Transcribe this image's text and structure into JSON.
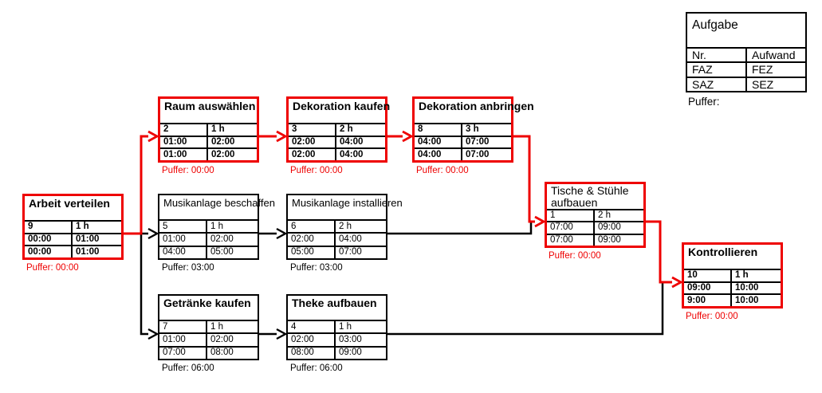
{
  "colors": {
    "critical": "#ee0000",
    "line": "#000000",
    "background": "#ffffff"
  },
  "legend": {
    "title": "Aufgabe",
    "nr": "Nr.",
    "aufwand": "Aufwand",
    "faz": "FAZ",
    "fez": "FEZ",
    "saz": "SAZ",
    "sez": "SEZ",
    "puffer": "Puffer:"
  },
  "tasks": [
    {
      "title": "Arbeit verteilen",
      "nr": "9",
      "aufwand": "1 h",
      "faz": "00:00",
      "fez": "01:00",
      "saz": "00:00",
      "sez": "01:00",
      "puffer": "Puffer: 00:00",
      "critical": true
    },
    {
      "title": "Raum auswählen",
      "nr": "2",
      "aufwand": "1 h",
      "faz": "01:00",
      "fez": "02:00",
      "saz": "01:00",
      "sez": "02:00",
      "puffer": "Puffer: 00:00",
      "critical": true
    },
    {
      "title": "Dekoration kaufen",
      "nr": "3",
      "aufwand": "2 h",
      "faz": "02:00",
      "fez": "04:00",
      "saz": "02:00",
      "sez": "04:00",
      "puffer": "Puffer: 00:00",
      "critical": true
    },
    {
      "title": "Dekoration anbringen",
      "nr": "8",
      "aufwand": "3 h",
      "faz": "04:00",
      "fez": "07:00",
      "saz": "04:00",
      "sez": "07:00",
      "puffer": "Puffer: 00:00",
      "critical": true
    },
    {
      "title": "Musikanlage beschaffen",
      "nr": "5",
      "aufwand": "1 h",
      "faz": "01:00",
      "fez": "02:00",
      "saz": "04:00",
      "sez": "05:00",
      "puffer": "Puffer: 03:00",
      "critical": false
    },
    {
      "title": "Musikanlage installieren",
      "nr": "6",
      "aufwand": "2 h",
      "faz": "02:00",
      "fez": "04:00",
      "saz": "05:00",
      "sez": "07:00",
      "puffer": "Puffer: 03:00",
      "critical": false
    },
    {
      "title": "Getränke kaufen",
      "nr": "7",
      "aufwand": "1 h",
      "faz": "01:00",
      "fez": "02:00",
      "saz": "07:00",
      "sez": "08:00",
      "puffer": "Puffer: 06:00",
      "critical": false
    },
    {
      "title": "Theke aufbauen",
      "nr": "4",
      "aufwand": "1 h",
      "faz": "02:00",
      "fez": "03:00",
      "saz": "08:00",
      "sez": "09:00",
      "puffer": "Puffer: 06:00",
      "critical": false
    },
    {
      "title": "Tische & Stühle aufbauen",
      "nr": "1",
      "aufwand": "2 h",
      "faz": "07:00",
      "fez": "09:00",
      "saz": "07:00",
      "sez": "09:00",
      "puffer": "Puffer: 00:00",
      "critical": true
    },
    {
      "title": "Kontrollieren",
      "nr": "10",
      "aufwand": "1 h",
      "faz": "09:00",
      "fez": "10:00",
      "saz": "9:00",
      "sez": "10:00",
      "puffer": "Puffer: 00:00",
      "critical": true
    }
  ]
}
